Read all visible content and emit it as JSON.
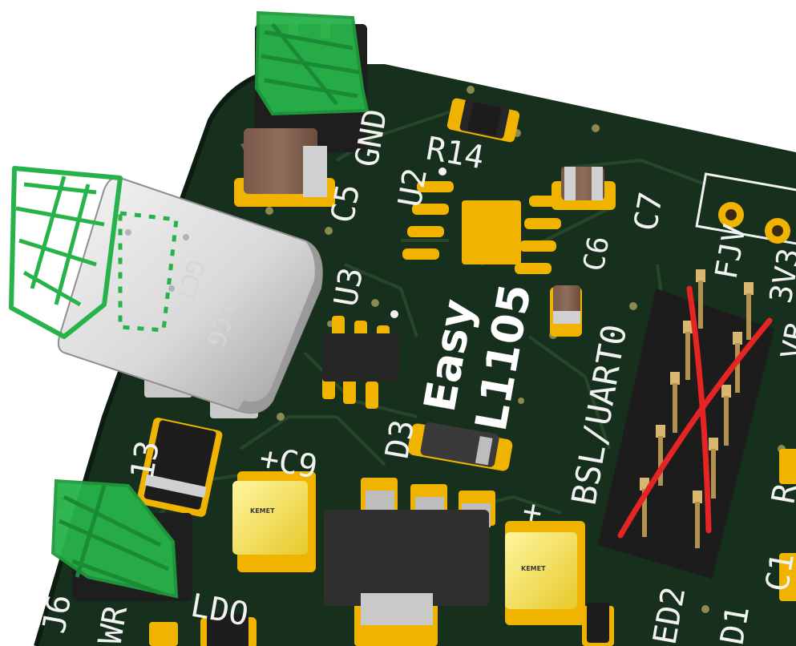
{
  "board": {
    "title_line1": "Easy",
    "title_line2": "L1105",
    "colors": {
      "soldermask": "#16301d",
      "trace": "#2b4a2a",
      "pad_gold": "#f0b400",
      "silkscreen": "#f2f2f2",
      "marker_green": "#27b34a",
      "marker_red": "#e52424"
    }
  },
  "labels": {
    "gnd": "GND",
    "c5": "C5",
    "r14": "R14",
    "u2": "U2",
    "c7": "C7",
    "c6": "C6",
    "u3": "U3",
    "d3": "D3",
    "c9": "+C9",
    "j13": "13",
    "j6": "J6",
    "ldo": "LDO",
    "pwr": "WR",
    "bsl": "BSL/UART0",
    "plus_a": "+",
    "led2": "ED2",
    "d1": "D1",
    "c1": "C1",
    "r_right": "R",
    "v3": "3V3",
    "fjv": "FJV",
    "vb": "VB"
  },
  "usb": {
    "marking": "GCT\nLCG"
  }
}
